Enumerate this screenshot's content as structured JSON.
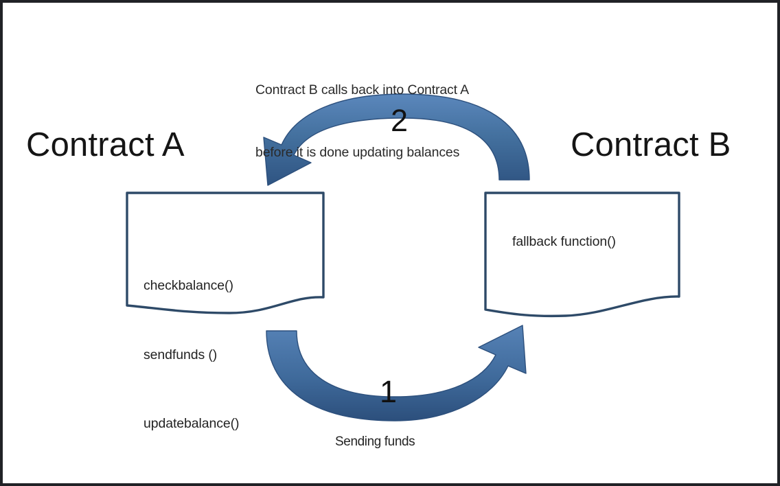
{
  "diagram": {
    "title": "Reentrancy attack flow between Contract A and Contract B",
    "colors": {
      "arrow_fill": "#4472a8",
      "arrow_shade": "#2f5482",
      "box_border": "#2e4a68",
      "text": "#1b1b1b",
      "frame": "#212226",
      "background": "#ffffff"
    },
    "headings": {
      "left": "Contract A",
      "right": "Contract B"
    },
    "annotation": {
      "callback_note_line1": "Contract B calls back into Contract A",
      "callback_note_line2": "before it is done updating balances"
    },
    "nodes": [
      {
        "id": "contract-a-box",
        "shape": "document",
        "lines": [
          "checkbalance()",
          "sendfunds ()",
          "updatebalance()"
        ]
      },
      {
        "id": "contract-b-box",
        "shape": "document",
        "lines": [
          "fallback function()"
        ]
      }
    ],
    "flows": [
      {
        "id": "flow-1",
        "number": "1",
        "label": "Sending funds",
        "from": "Contract A",
        "to": "Contract B",
        "position": "bottom"
      },
      {
        "id": "flow-2",
        "number": "2",
        "label": "Contract B calls back into Contract A before it is done updating balances",
        "from": "Contract B",
        "to": "Contract A",
        "position": "top"
      }
    ]
  }
}
